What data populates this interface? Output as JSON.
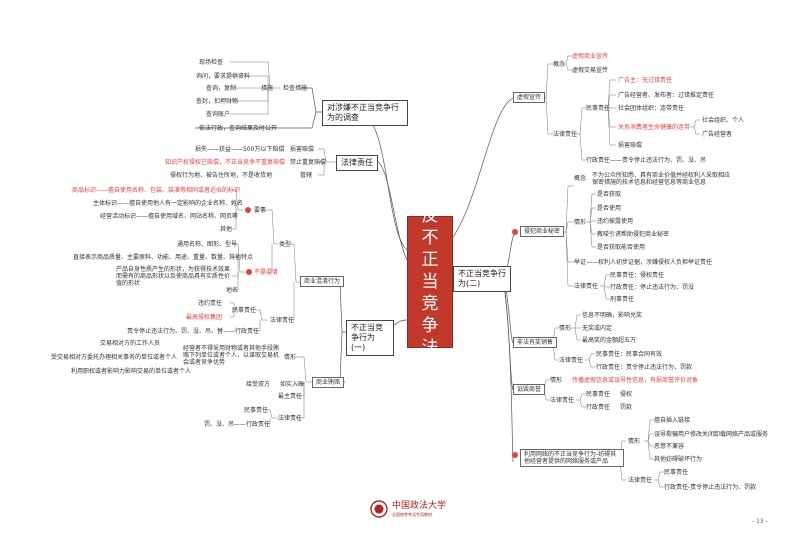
{
  "center": {
    "title": "反不正当竞争法"
  },
  "left": {
    "investigation": {
      "title": "对涉嫌不正当竞争行为的调查",
      "measures_label": "检查措施",
      "items": [
        "现场检查",
        "询问，要求提供资料",
        "查询，复制",
        "查封，扣押财物",
        "查询账户"
      ],
      "items_group_label": "措施",
      "last": "依法行政，查询结果及时公开"
    },
    "liability": {
      "title": "法律责任",
      "rows": [
        {
          "left": "损失——获益——500万以下赔偿",
          "right": "损害赔偿"
        },
        {
          "left": "知识产权侵权已赔偿，不正当竞争不重复赔偿",
          "right": "禁止重复赔偿",
          "red": true
        },
        {
          "left": "侵权行为地、被告住所地，不是收货地",
          "right": "管辖"
        }
      ]
    },
    "unfair1": {
      "title": "不正当竞争行为(一)",
      "confusion": {
        "title": "商业混淆行为",
        "types_label": "类型",
        "element_label": "要素",
        "element_items": [
          {
            "text": "商品标识——擅自使用名称、包装、装潢等相同或者近似的标识",
            "red": true
          },
          {
            "text": "主体标识——擅自使用他人有一定影响的企业名称、姓名"
          },
          {
            "text": "经营活动标识——擅自使用域名、网站名称、网页等"
          },
          {
            "text": "其他"
          }
        ],
        "not_element_label": "不是混淆",
        "not_element_items": [
          "通用名称、图形、型号",
          "直接表示商品质量、主要原料、功能、用途、重量、数量、其他特点",
          "产品自身性质产生的形状，为获得技术效果而需有的商品形状以及使商品具有实质性价值的形状",
          "地名"
        ],
        "law_label": "法律责任",
        "civil_label": "民事责任",
        "civil_items": [
          {
            "text": "违约责任"
          },
          {
            "text": "最高侵权集团",
            "red": true
          }
        ],
        "admin": "责令停止违法行为、罚、没、吊、替——行政责任"
      },
      "bribery": {
        "title": "商业贿赂",
        "cases_label": "情形",
        "cases": [
          "经营者不得采用财物或者其他手段贿赂下列单位或者个人，以谋取交易机会或者竞争优势",
          "交易相对方的工作人员",
          "受交易相对方委托办理相关事务的单位或者个人",
          "利用职权或者影响力影响交易的单位或者个人"
        ],
        "accept": "接受双方",
        "accept_item": "如实入账",
        "restrict": "最主责任",
        "law_label": "法律责任",
        "civil": "民事责任",
        "admin": "罚、没、吊——行政责任"
      }
    }
  },
  "right": {
    "false_ad": {
      "title": "虚假宣传",
      "concept": "概念",
      "concept_items": [
        {
          "text": "虚假商业宣传",
          "red": true
        },
        {
          "text": "虚假交易宣传"
        }
      ],
      "law_label": "法律责任",
      "civil_label": "民事责任",
      "civil_items": [
        {
          "text": "广告主：无过错责任",
          "red": true
        },
        {
          "text": "广告经营者、发布者：过错推定责任"
        },
        {
          "text": "社会团体组织：连带责任"
        },
        {
          "text": "关系消费者生命健康的连带",
          "red": true
        },
        {
          "text": "损害赔偿"
        }
      ],
      "joint_items": [
        "社会组织、个人",
        "广告经营者"
      ],
      "admin": "行政责任——责令停止违法行为、罚、没、吊"
    },
    "unfair2": {
      "title": "不正当竞争行为(二)"
    },
    "trade_secret": {
      "title": "侵犯商业秘密",
      "concept": "概念",
      "concept_text": "不为公众所知悉、具有商业价值并经权利人采取相应保密措施的技术信息和经营信息等商业信息",
      "cases_label": "情形",
      "cases": [
        "是否获取",
        "是否使用",
        "违约披露使用",
        "教唆引诱帮助侵犯商业秘密",
        "是否获取能否使用"
      ],
      "proof": "举证——权利人初步证据，涉嫌侵权人负担举证责任",
      "law_label": "法律责任",
      "civil": "民事责任：侵权责任",
      "admin": "行政责任：停止违法行为、罚没",
      "criminal": "刑事责任"
    },
    "prize_sale": {
      "title": "非法有奖销售",
      "cases_label": "情形",
      "cases": [
        "信息不明确，影响兑奖",
        "无奖或内定",
        "最高奖的金额超五万"
      ],
      "law_label": "法律责任",
      "civil": "民事责任：民事合同有效",
      "admin": "行政责任：责令停止违法行为、罚款"
    },
    "defamation": {
      "title": "诋毁商誉",
      "case_label": "情形",
      "case_text": "传播虚假信息或误导性信息，有损商誉评价对象",
      "law_label": "法律责任",
      "civil": "民事责任",
      "civil_item": "侵权",
      "admin": "行政责任",
      "admin_item": "罚款"
    },
    "internet": {
      "title": "利用网络的不正当竞争行为-妨碍其他经营者提供的网络服务或产品",
      "cases_label": "情形",
      "cases": [
        "擅自插入链接",
        "误导欺骗用户修改关闭卸载网络产品或服务",
        "恶意不兼容",
        "其他妨碍破坏行为"
      ],
      "law_label": "法律责任",
      "civil": "民事责任",
      "admin": "行政责任-责令停止违法行为、罚款"
    }
  },
  "footer": {
    "logo_text": "中国政法大学",
    "logo_sub": "全国统考考试专用教材",
    "page": "- 13 -"
  }
}
